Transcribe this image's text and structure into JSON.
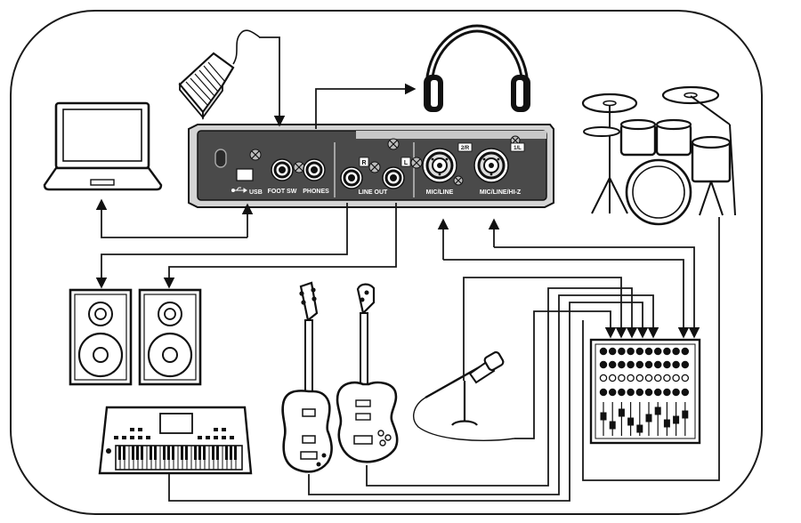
{
  "interface": {
    "labels": {
      "usb": "USB",
      "foot_sw": "FOOT SW",
      "phones": "PHONES",
      "line_out": "LINE OUT",
      "mic_line": "MIC/LINE",
      "mic_line_hiz": "MIC/LINE/HI-Z",
      "ch2": "2/R",
      "ch1": "1/L",
      "out_r": "R",
      "out_l": "L"
    }
  },
  "colors": {
    "panel": "#4a4a4a",
    "bezel": "#c8c8c8",
    "ink": "#111111"
  },
  "icons": {
    "usb": "usb-symbol-icon",
    "ground": "ground-screw-icon"
  }
}
